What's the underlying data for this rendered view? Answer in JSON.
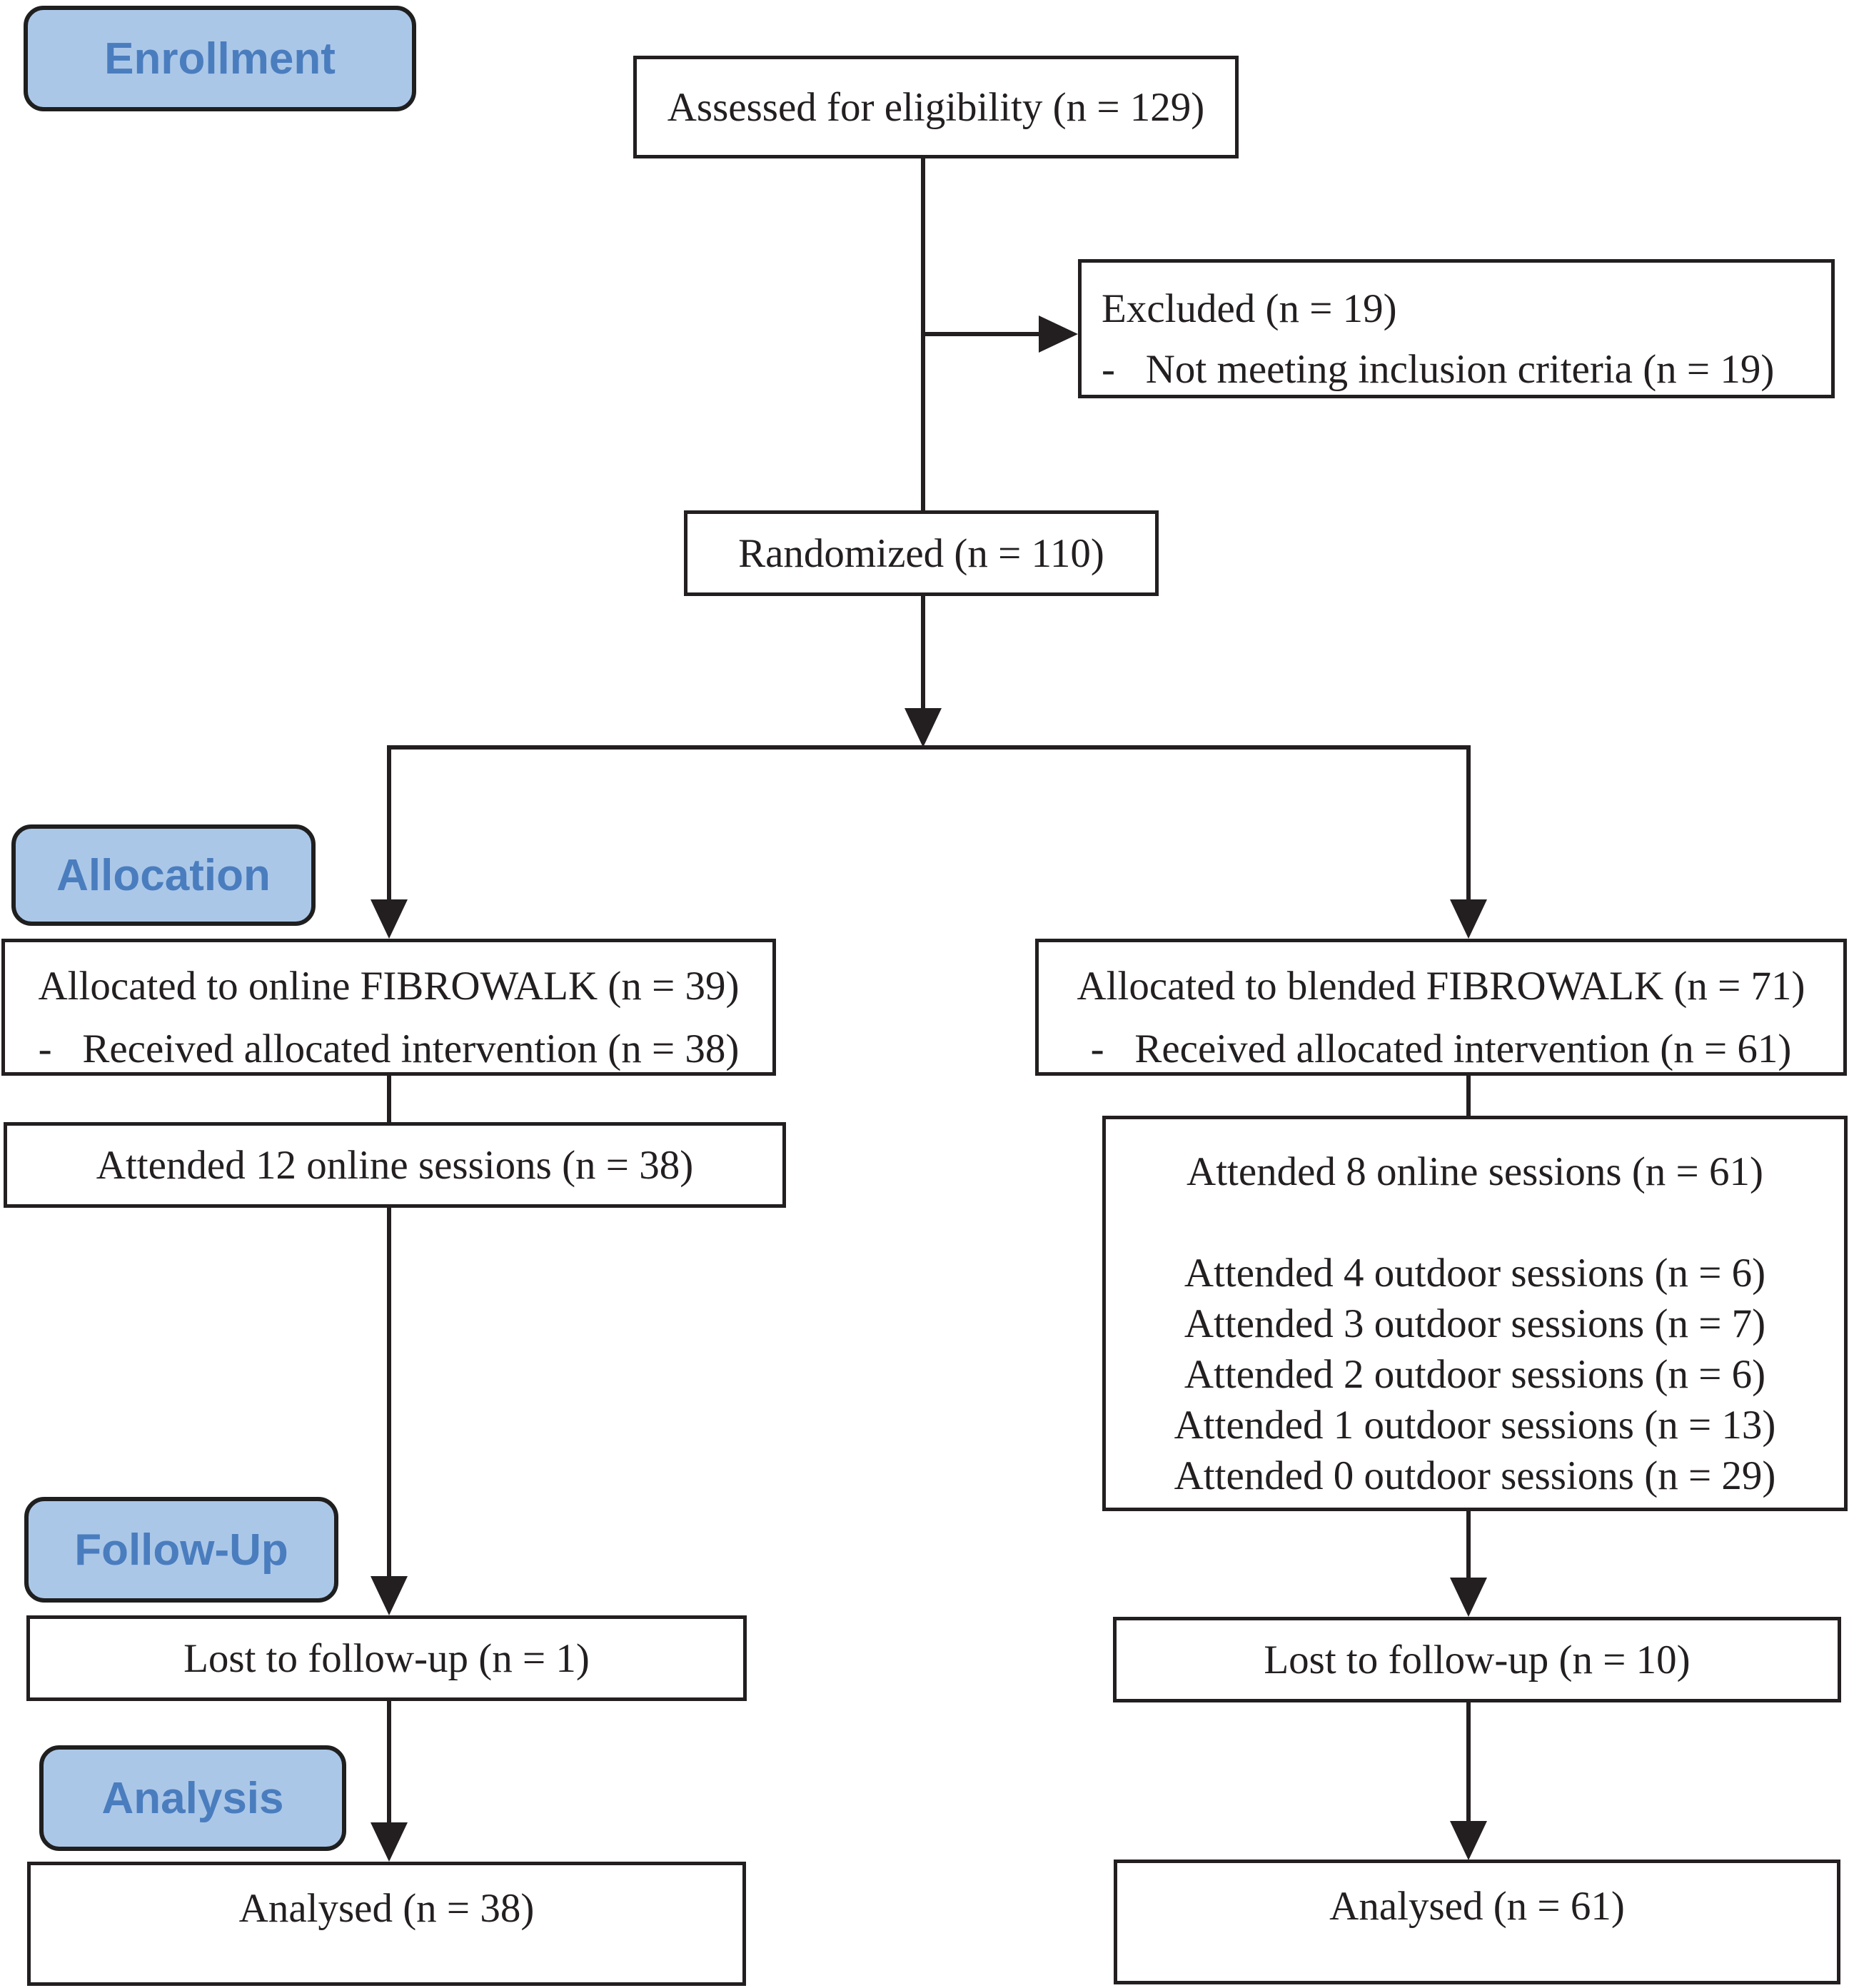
{
  "labels": {
    "enrollment": "Enrollment",
    "allocation": "Allocation",
    "follow_up": "Follow-Up",
    "analysis": "Analysis"
  },
  "boxes": {
    "assessed": {
      "text": "Assessed for eligibility (n = 129)"
    },
    "excluded": {
      "line1": "Excluded (n = 19)",
      "line2": "-   Not meeting inclusion criteria (n = 19)"
    },
    "randomized": {
      "text": "Randomized (n = 110)"
    },
    "allocated_online": {
      "line1": "Allocated to online FIBROWALK (n = 39)",
      "line2": "-   Received allocated intervention (n = 38)"
    },
    "allocated_blended": {
      "line1": "Allocated to blended FIBROWALK (n = 71)",
      "line2": "-   Received allocated intervention (n = 61)"
    },
    "attended_online": {
      "text": "Attended 12 online sessions (n = 38)"
    },
    "attended_blended": {
      "lines": [
        "Attended 8 online sessions (n = 61)",
        "",
        "Attended 4 outdoor sessions (n = 6)",
        "Attended 3 outdoor sessions (n = 7)",
        "Attended 2 outdoor sessions (n = 6)",
        "Attended 1 outdoor sessions (n = 13)",
        "Attended 0 outdoor sessions (n = 29)"
      ]
    },
    "lost_online": {
      "text": "Lost to follow-up (n = 1)"
    },
    "lost_blended": {
      "text": "Lost to follow-up (n = 10)"
    },
    "analysed_online": {
      "text": "Analysed (n = 38)"
    },
    "analysed_blended": {
      "text": "Analysed (n = 61)"
    }
  },
  "colors": {
    "stage_label_fill": "#abc7e8",
    "stage_label_text": "#4a7dbe",
    "line_color": "#231f20",
    "box_fill": "#ffffff"
  }
}
